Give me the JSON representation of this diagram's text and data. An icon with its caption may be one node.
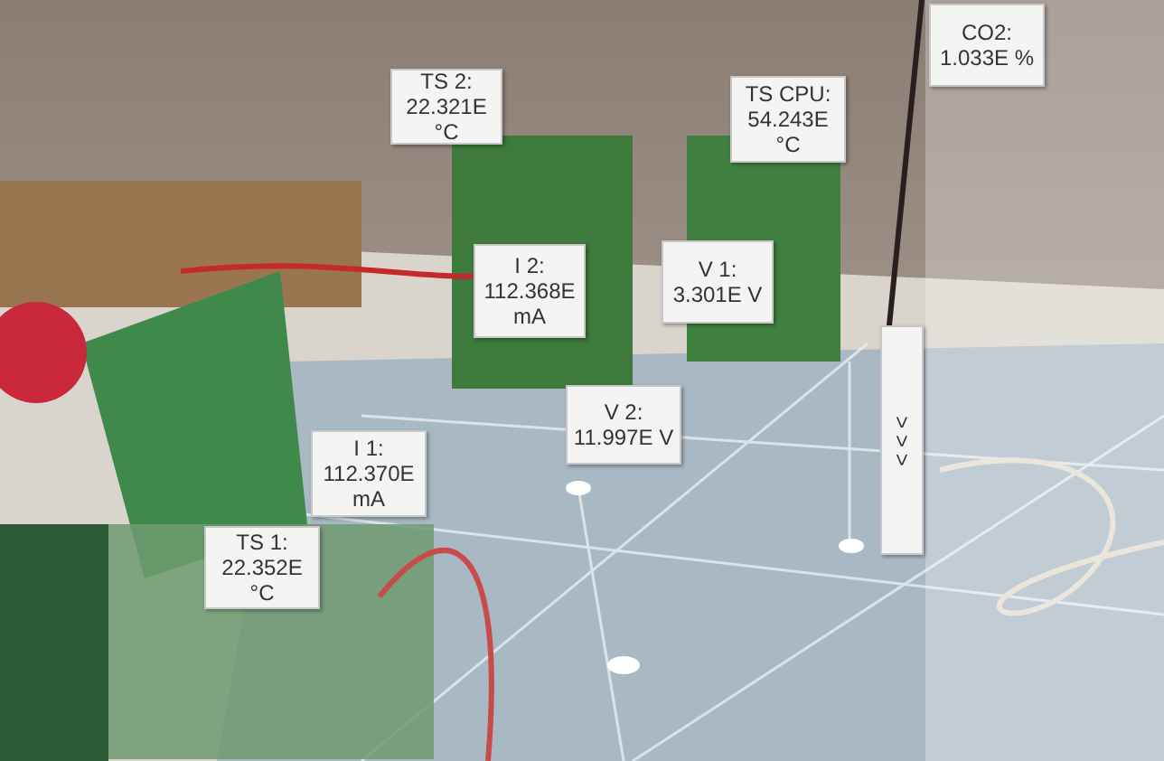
{
  "diagram": {
    "nodes": [
      {
        "text": [
          "TS 2:",
          "22.321E °C"
        ]
      },
      {
        "text": [
          "TS CPU:",
          "54.243E °C"
        ]
      },
      {
        "text": [
          "CO2:",
          "1.033E %"
        ]
      },
      {
        "text": [
          "I 2:",
          "112.368E mA"
        ]
      },
      {
        "text": [
          "V 1:",
          "3.301E V"
        ]
      },
      {
        "text": [
          "V 2:",
          "11.997E V"
        ]
      },
      {
        "text": [
          "I 1:",
          "112.370E mA"
        ]
      },
      {
        "text": [
          "TS 1:",
          "22.352E °C"
        ]
      },
      {
        "text": [
          "> > >"
        ]
      }
    ]
  }
}
